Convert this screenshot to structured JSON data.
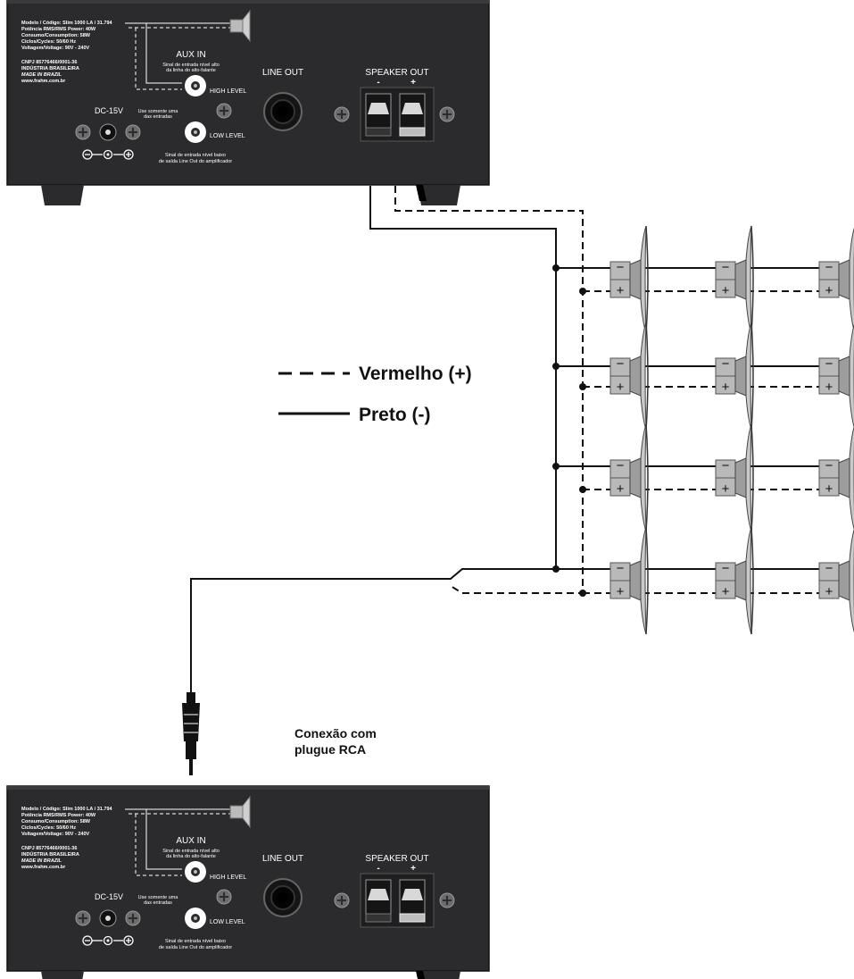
{
  "amplifier": {
    "spec_lines": [
      "Modelo / Código: Slim 1000 LA / 31.794",
      "Potência RMS/RMS Power: 40W",
      "Consumo/Consumption: 58W",
      "Ciclos/Cycles: 50/60 Hz",
      "Voltagem/Voltage: 90V - 240V"
    ],
    "company_lines": [
      "CNPJ 85776466/0001-36",
      "INDÚSTRIA BRASILEIRA",
      "MADE IN BRAZIL",
      "www.frahm.com.br"
    ],
    "aux_in": "AUX IN",
    "aux_in_note_1": "Sinal de entrada nível alto",
    "aux_in_note_2": "da linha do alto-falante",
    "high_level": "HIGH LEVEL",
    "low_level": "LOW LEVEL",
    "use_only_1": "Use somente uma",
    "use_only_2": "das entradas",
    "low_note_1": "Sinal de entrada nível baixo",
    "low_note_2": "de saída Line Out do amplificador",
    "dc": "DC-15V",
    "line_out": "LINE OUT",
    "speaker_out": "SPEAKER OUT",
    "minus": "-",
    "plus": "+"
  },
  "legend": {
    "red": "Vermelho (+)",
    "black": "Preto (-)"
  },
  "speaker": {
    "minus": "−",
    "plus": "+"
  },
  "rca_label_1": "Conexão com",
  "rca_label_2": "plugue RCA",
  "colors": {
    "panel": "#2b2b2d",
    "speaker": "#b9b9b9",
    "wire": "#111111"
  }
}
